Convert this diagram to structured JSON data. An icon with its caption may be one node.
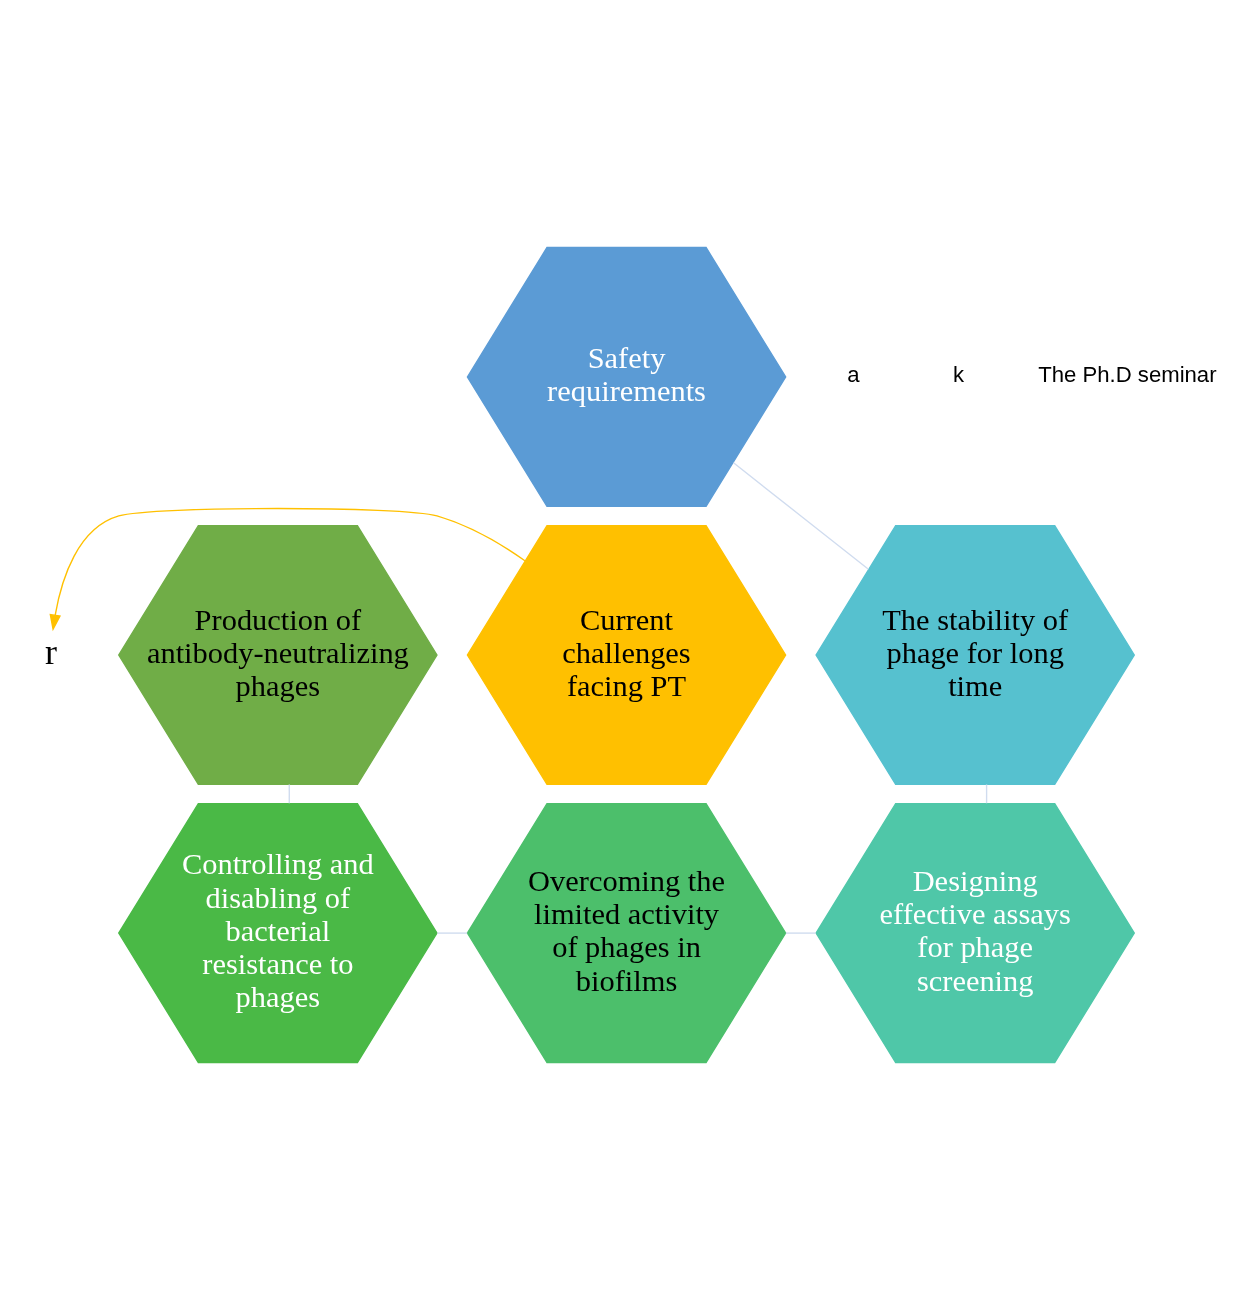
{
  "diagram": {
    "nodes": [
      {
        "text": [
          "Safety requirements"
        ]
      },
      {
        "text": [
          "Production of antibody-neutralizing phages"
        ]
      },
      {
        "text": [
          "Current challenges facing PT"
        ]
      },
      {
        "text": [
          "The stability of phage for long time"
        ]
      },
      {
        "text": [
          "Controlling and disabling of bacterial resistance to phages"
        ]
      },
      {
        "text": [
          "Designing effective assays for phage screening"
        ]
      },
      {
        "text": [
          "Overcoming the limited activity of phages in biofilms"
        ]
      },
      {
        "text": [
          "r"
        ]
      }
    ],
    "edges": [
      {
        "from": 0,
        "to": 3,
        "arrow": "none",
        "color": "#d0dcef"
      },
      {
        "from": 3,
        "to": 5,
        "arrow": "none",
        "color": "#d0dcef"
      },
      {
        "from": 5,
        "to": 6,
        "arrow": "none",
        "color": "#d0dcef"
      },
      {
        "from": 6,
        "to": 4,
        "arrow": "none",
        "color": "#d0dcef"
      },
      {
        "from": 4,
        "to": 1,
        "arrow": "none",
        "color": "#d0dcef"
      },
      {
        "from": 2,
        "to": 7,
        "arrow": "to",
        "color": "#ffc000"
      }
    ],
    "labels": [
      "a",
      "k",
      "The Ph.D seminar"
    ]
  }
}
